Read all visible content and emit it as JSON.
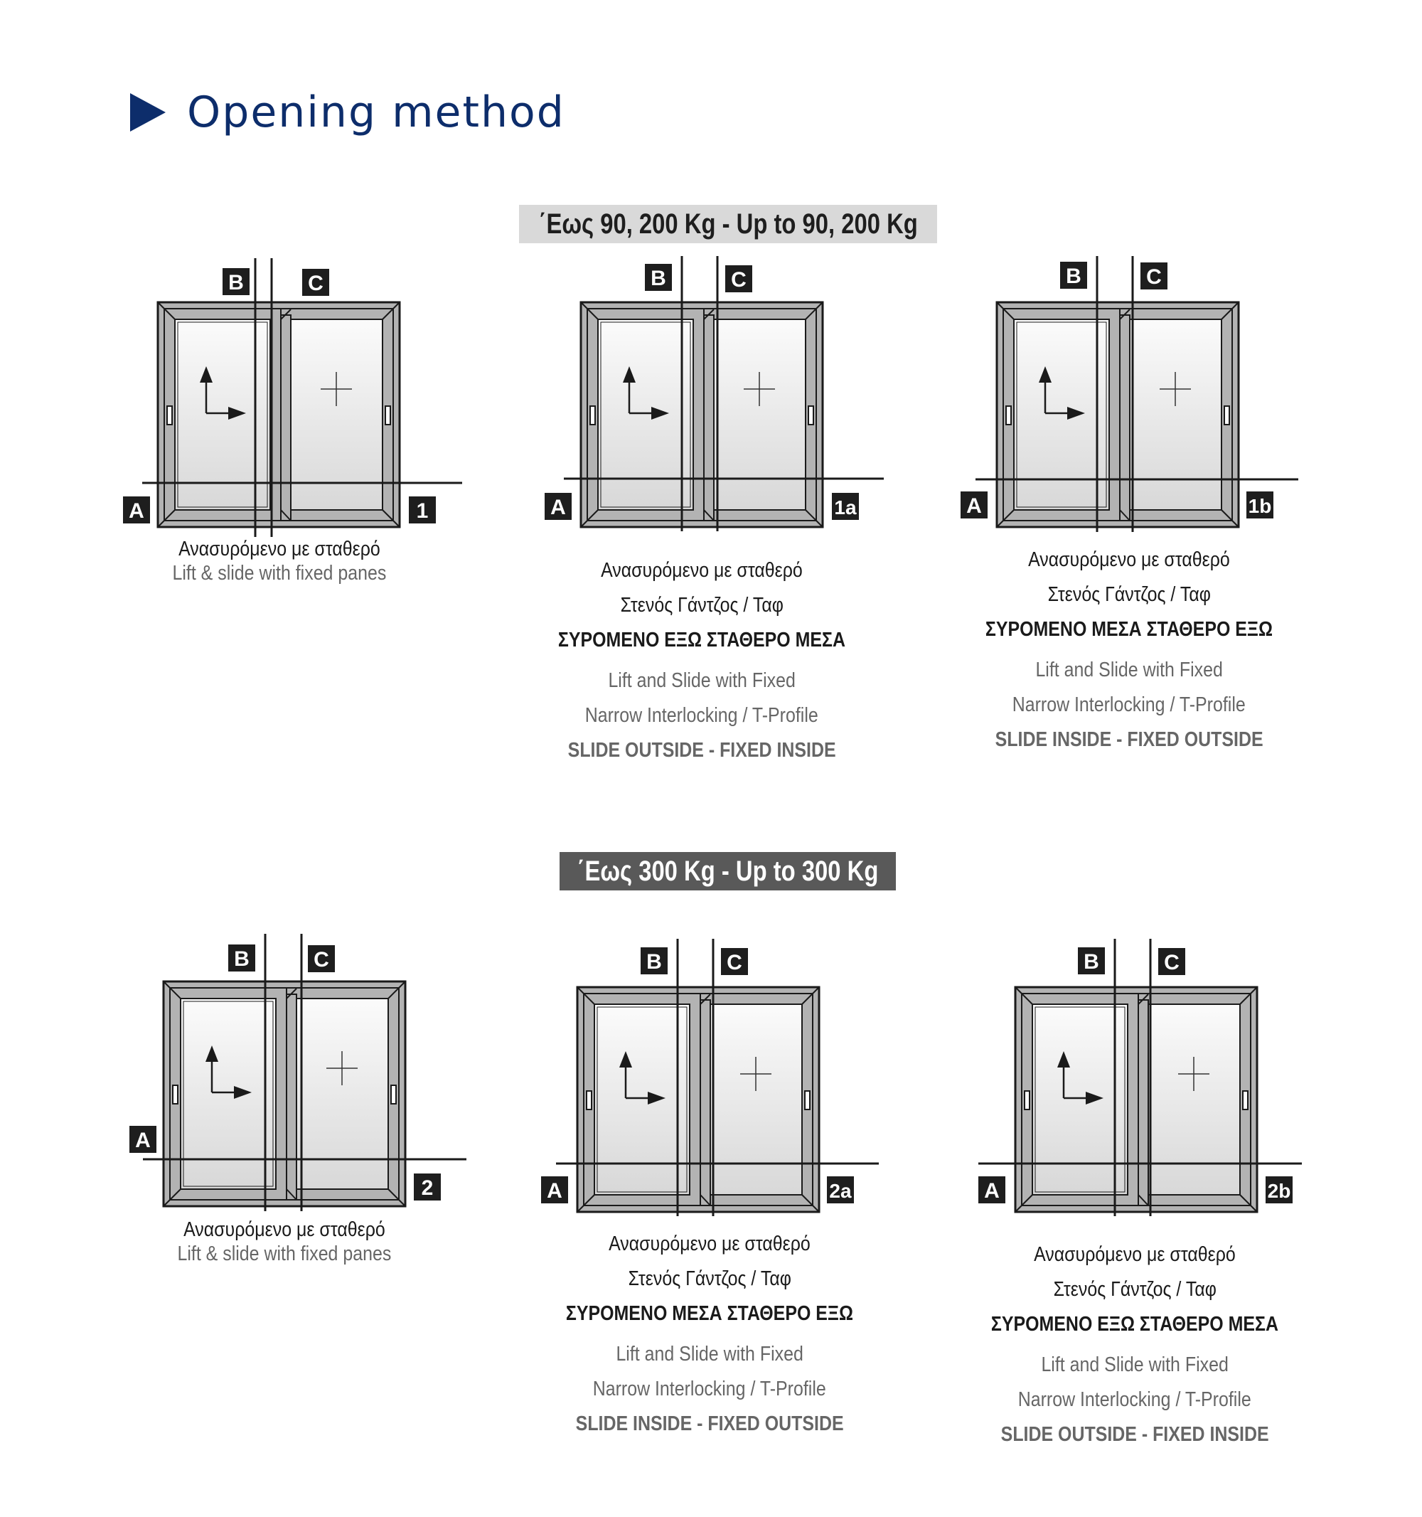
{
  "header": {
    "title": "Opening method",
    "marker_icon": "play-triangle-icon",
    "accent_color": "#0d2d6b"
  },
  "sections": [
    {
      "banner": "΄Εως 90, 200 Kg - Up to 90, 200 Kg",
      "banner_style": "light",
      "diagrams": [
        {
          "id": "1",
          "labels": {
            "a": "A",
            "b": "B",
            "c": "C",
            "number": "1"
          },
          "caption": {
            "greek_1": "Ανασυρόμενο με σταθερό",
            "english_1": "Lift & slide with fixed panes"
          }
        },
        {
          "id": "1a",
          "labels": {
            "a": "A",
            "b": "B",
            "c": "C",
            "number": "1a"
          },
          "caption": {
            "greek_1": "Ανασυρόμενο με σταθερό",
            "greek_2": "Στενός Γάντζος / Ταφ",
            "greek_3": "ΣΥΡΟΜΕΝΟ ΕΞΩ ΣΤΑΘΕΡΟ ΜΕΣΑ",
            "english_1": "Lift and Slide with Fixed",
            "english_2": "Narrow Interlocking / T-Profile",
            "english_3": "SLIDE OUTSIDE - FIXED INSIDE"
          }
        },
        {
          "id": "1b",
          "labels": {
            "a": "A",
            "b": "B",
            "c": "C",
            "number": "1b"
          },
          "caption": {
            "greek_1": "Ανασυρόμενο με σταθερό",
            "greek_2": "Στενός Γάντζος / Ταφ",
            "greek_3": "ΣΥΡΟΜΕΝΟ ΜΕΣΑ ΣΤΑΘΕΡΟ ΕΞΩ",
            "english_1": "Lift and Slide with Fixed",
            "english_2": "Narrow Interlocking / T-Profile",
            "english_3": "SLIDE INSIDE - FIXED OUTSIDE"
          }
        }
      ]
    },
    {
      "banner": "΄Εως 300 Kg - Up to 300 Kg",
      "banner_style": "dark",
      "diagrams": [
        {
          "id": "2",
          "labels": {
            "a": "A",
            "b": "B",
            "c": "C",
            "number": "2"
          },
          "caption": {
            "greek_1": "Ανασυρόμενο με σταθερό",
            "english_1": "Lift & slide with fixed panes"
          }
        },
        {
          "id": "2a",
          "labels": {
            "a": "A",
            "b": "B",
            "c": "C",
            "number": "2a"
          },
          "caption": {
            "greek_1": "Ανασυρόμενο με σταθερό",
            "greek_2": "Στενός Γάντζος / Ταφ",
            "greek_3": "ΣΥΡΟΜΕΝΟ ΜΕΣΑ ΣΤΑΘΕΡΟ ΕΞΩ",
            "english_1": "Lift and Slide with Fixed",
            "english_2": "Narrow Interlocking / T-Profile",
            "english_3": "SLIDE INSIDE - FIXED OUTSIDE"
          }
        },
        {
          "id": "2b",
          "labels": {
            "a": "A",
            "b": "B",
            "c": "C",
            "number": "2b"
          },
          "caption": {
            "greek_1": "Ανασυρόμενο με σταθερό",
            "greek_2": "Στενός Γάντζος / Ταφ",
            "greek_3": "ΣΥΡΟΜΕΝΟ ΕΞΩ ΣΤΑΘΕΡΟ ΜΕΣΑ",
            "english_1": "Lift and Slide with Fixed",
            "english_2": "Narrow Interlocking / T-Profile",
            "english_3": "SLIDE OUTSIDE - FIXED INSIDE"
          }
        }
      ]
    }
  ],
  "colors": {
    "frame_fill": "#b3b3b3",
    "glass_top": "#fafafa",
    "glass_bottom": "#dcdcdc",
    "line": "#1a1a1a",
    "label_bg": "#1e1e1e",
    "label_text": "#ffffff"
  }
}
